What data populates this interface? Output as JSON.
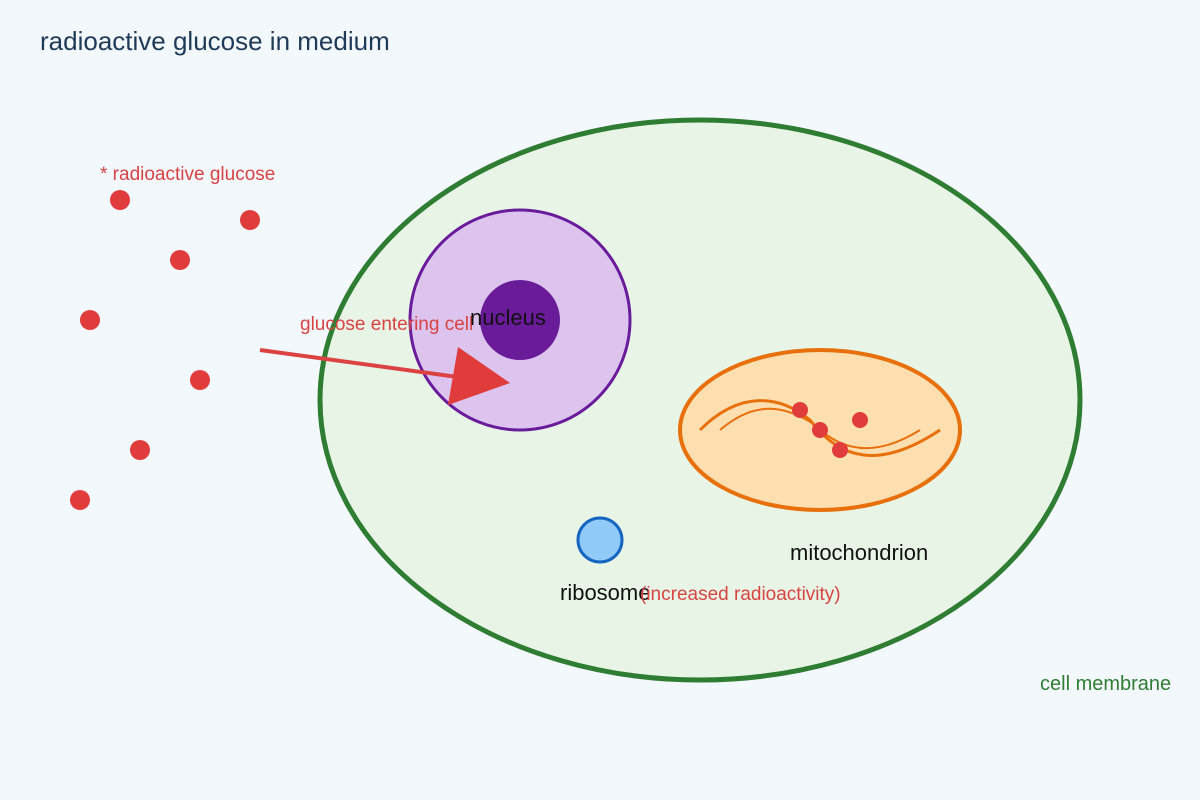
{
  "title": "radioactive glucose in medium",
  "legend": {
    "glucose_label": "* radioactive glucose"
  },
  "arrow": {
    "label": "glucose entering cell"
  },
  "labels": {
    "nucleus": "nucleus",
    "mitochondrion": "mitochondrion",
    "ribosome": "ribosome",
    "increased": "(increased radioactivity)",
    "cell_membrane": "cell membrane"
  },
  "colors": {
    "background": "#f3f8fd",
    "title": "#1f3a57",
    "glucose": "#e03c3c",
    "membrane": "#2e7d32",
    "cytoplasm": "#e8f5e6",
    "nucleus_fill": "#dcc4ef",
    "nucleus_stroke": "#6a1b9a",
    "nucleolus": "#6a1b9a",
    "mito_fill": "#ffdfb0",
    "mito_stroke": "#e8700c",
    "ribosome_fill": "#90caf9",
    "ribosome_stroke": "#1565c0"
  }
}
